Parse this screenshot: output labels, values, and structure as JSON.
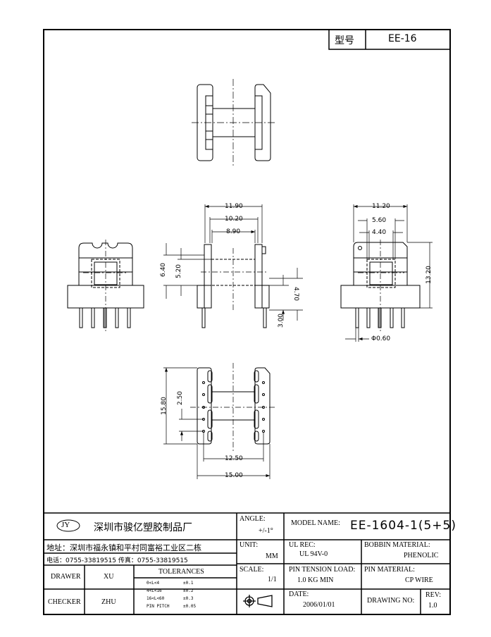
{
  "header": {
    "model_label": "型号",
    "model_value": "EE-16"
  },
  "dimensions": {
    "d1190": "11.90",
    "d1020": "10.20",
    "d890": "8.90",
    "d640": "6.40",
    "d520": "5.20",
    "d470": "4.70",
    "d300": "3.00",
    "d1120": "11.20",
    "d560": "5.60",
    "d440": "4.40",
    "d1320": "13.20",
    "d060": "Φ0.60",
    "d1580": "15.80",
    "d250": "2.50",
    "d1250": "12.50",
    "d1500": "15.00"
  },
  "title_block": {
    "logo": "JY",
    "company": "深圳市骏亿塑胶制品厂",
    "address": "地址：深圳市福永镇和平村同富裕工业区二栋",
    "phone": "电话：0755-33819515 传真：0755-33819515",
    "drawer_label": "DRAWER",
    "drawer": "XU",
    "checker_label": "CHECKER",
    "checker": "ZHU",
    "tolerances_label": "TOLERANCES",
    "tolerances": [
      {
        "range": "0<L<4",
        "value": "±0.1"
      },
      {
        "range": "4<L<16",
        "value": "±0.2"
      },
      {
        "range": "16<L<60",
        "value": "±0.3"
      },
      {
        "range": "PIN PITCH",
        "value": "±0.05"
      }
    ],
    "angle_label": "ANGLE:",
    "angle": "+/-1°",
    "model_name_label": "MODEL NAME:",
    "model_name": "EE-1604-1(5+5)",
    "unit_label": "UNIT:",
    "unit": "MM",
    "ul_label": "UL REC:",
    "ul": "UL 94V-0",
    "bobbin_label": "BOBBIN MATERIAL:",
    "bobbin": "PHENOLIC",
    "scale_label": "SCALE:",
    "scale": "1/1",
    "tension_label": "PIN TENSION LOAD:",
    "tension": "1.0 KG MIN",
    "pin_mat_label": "PIN MATERIAL:",
    "pin_mat": "CP WIRE",
    "date_label": "DATE:",
    "date": "2006/01/01",
    "drawing_no_label": "DRAWING NO:",
    "rev_label": "REV:",
    "rev": "1.0"
  }
}
